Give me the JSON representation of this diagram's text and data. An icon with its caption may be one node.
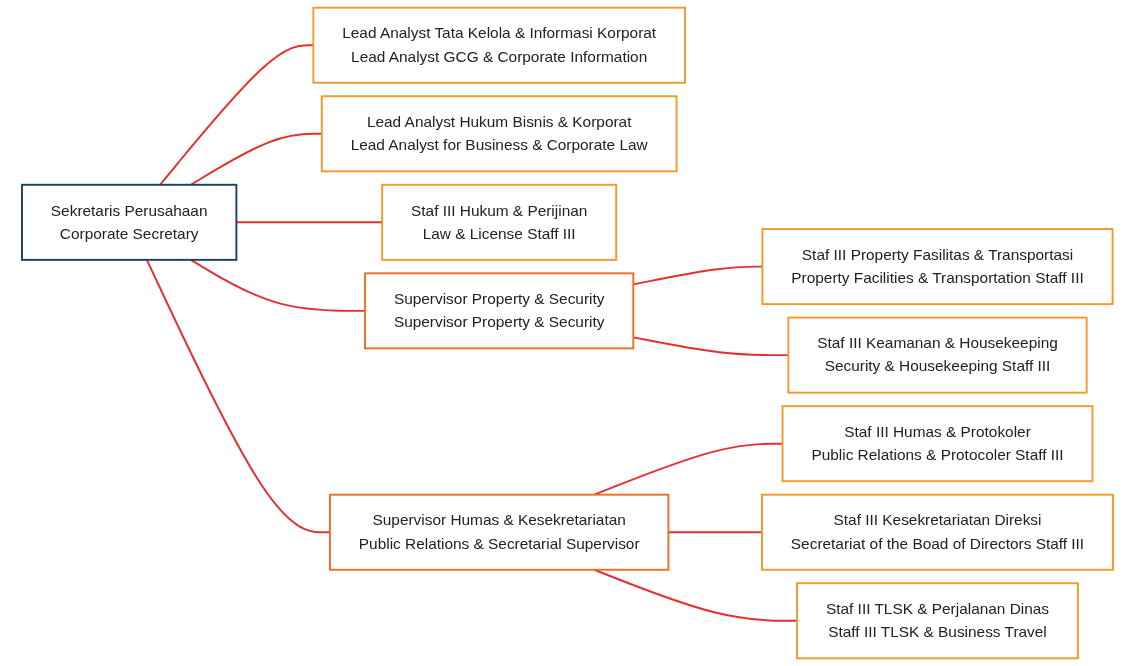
{
  "diagram": {
    "nodes": [
      {
        "text": [
          "Sekretaris Perusahaan",
          "Corporate Secretary"
        ]
      },
      {
        "text": [
          "Supervisor Property & Security",
          "Supervisor Property & Security"
        ]
      },
      {
        "text": [
          "Supervisor Humas & Kesekretariatan",
          "Public Relations & Secretarial Supervisor"
        ]
      },
      {
        "text": [
          "Lead Analyst Tata Kelola & Informasi Korporat",
          "Lead Analyst GCG & Corporate Information"
        ]
      },
      {
        "text": [
          "Staf III Property Fasilitas & Transportasi",
          "Property Facilities & Transportation Staff III"
        ]
      },
      {
        "text": [
          "Staf III Keamanan & Housekeeping",
          "Security & Housekeeping Staff III"
        ]
      },
      {
        "text": [
          "Staf III Humas & Protokoler",
          "Public Relations & Protocoler Staff III"
        ]
      },
      {
        "text": [
          "Staf III Kesekretariatan Direksi",
          "Secretariat of the Boad of Directors Staff III"
        ]
      },
      {
        "text": [
          "Staf III TLSK & Perjalanan Dinas",
          "Staff III TLSK & Business Travel"
        ]
      },
      {
        "text": [
          "Lead Analyst Hukum Bisnis & Korporat",
          "Lead Analyst for Business & Corporate Law"
        ]
      },
      {
        "text": [
          "Staf III Hukum & Perijinan",
          "Law & License Staff III"
        ]
      }
    ],
    "edges": [
      {
        "from": 0,
        "to": 1,
        "arrow": "none"
      },
      {
        "from": 0,
        "to": 2,
        "arrow": "none"
      },
      {
        "from": 0,
        "to": 3,
        "arrow": "none"
      },
      {
        "from": 0,
        "to": 9,
        "arrow": "none"
      },
      {
        "from": 0,
        "to": 10,
        "arrow": "none"
      },
      {
        "from": 1,
        "to": 4,
        "arrow": "none"
      },
      {
        "from": 1,
        "to": 5,
        "arrow": "none"
      },
      {
        "from": 2,
        "to": 6,
        "arrow": "none"
      },
      {
        "from": 2,
        "to": 7,
        "arrow": "none"
      },
      {
        "from": 2,
        "to": 8,
        "arrow": "none"
      }
    ]
  }
}
